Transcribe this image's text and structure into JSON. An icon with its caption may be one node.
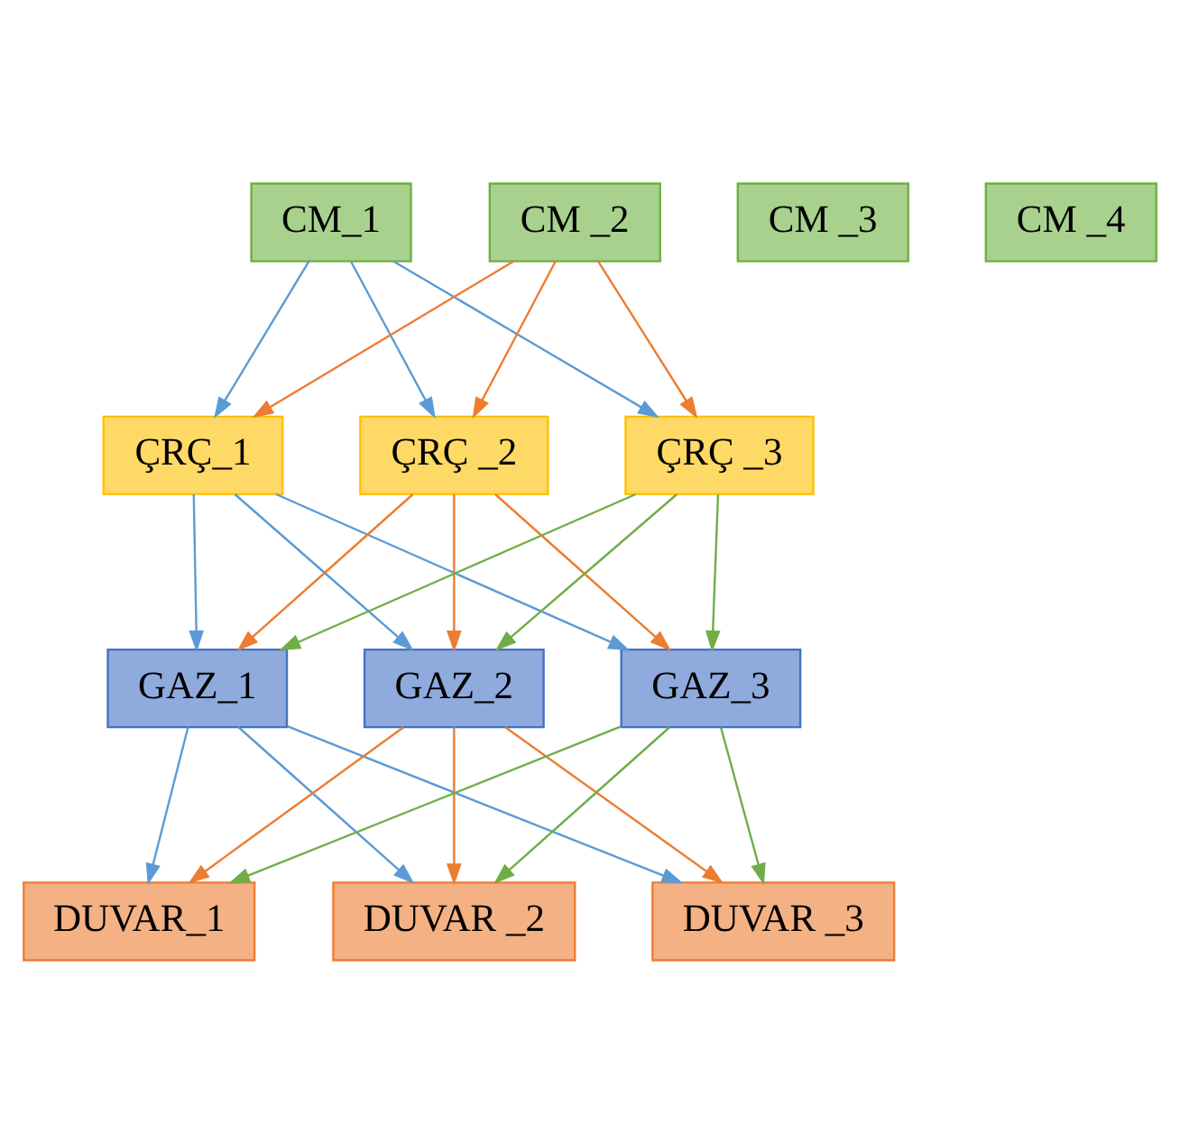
{
  "diagram": {
    "nodes": [
      {
        "text": [
          "CM_1"
        ]
      },
      {
        "text": [
          "CM _2"
        ]
      },
      {
        "text": [
          "CM _3"
        ]
      },
      {
        "text": [
          "CM _4"
        ]
      },
      {
        "text": [
          "ÇRÇ_1"
        ]
      },
      {
        "text": [
          "ÇRÇ _2"
        ]
      },
      {
        "text": [
          "ÇRÇ _3"
        ]
      },
      {
        "text": [
          "GAZ_1"
        ]
      },
      {
        "text": [
          "GAZ_2"
        ]
      },
      {
        "text": [
          "GAZ_3"
        ]
      },
      {
        "text": [
          "DUVAR_1"
        ]
      },
      {
        "text": [
          "DUVAR _2"
        ]
      },
      {
        "text": [
          "DUVAR _3"
        ]
      }
    ],
    "edges": [
      {
        "from": 0,
        "to": 4,
        "arrow": "to",
        "color": "#5b9bd5"
      },
      {
        "from": 0,
        "to": 5,
        "arrow": "to",
        "color": "#5b9bd5"
      },
      {
        "from": 0,
        "to": 6,
        "arrow": "to",
        "color": "#5b9bd5"
      },
      {
        "from": 1,
        "to": 4,
        "arrow": "to",
        "color": "#ed7d31"
      },
      {
        "from": 1,
        "to": 5,
        "arrow": "to",
        "color": "#ed7d31"
      },
      {
        "from": 1,
        "to": 6,
        "arrow": "to",
        "color": "#ed7d31"
      },
      {
        "from": 4,
        "to": 7,
        "arrow": "to",
        "color": "#5b9bd5"
      },
      {
        "from": 4,
        "to": 8,
        "arrow": "to",
        "color": "#5b9bd5"
      },
      {
        "from": 4,
        "to": 9,
        "arrow": "to",
        "color": "#5b9bd5"
      },
      {
        "from": 5,
        "to": 7,
        "arrow": "to",
        "color": "#ed7d31"
      },
      {
        "from": 5,
        "to": 8,
        "arrow": "to",
        "color": "#ed7d31"
      },
      {
        "from": 5,
        "to": 9,
        "arrow": "to",
        "color": "#ed7d31"
      },
      {
        "from": 6,
        "to": 7,
        "arrow": "to",
        "color": "#70ad47"
      },
      {
        "from": 6,
        "to": 8,
        "arrow": "to",
        "color": "#70ad47"
      },
      {
        "from": 6,
        "to": 9,
        "arrow": "to",
        "color": "#70ad47"
      },
      {
        "from": 7,
        "to": 10,
        "arrow": "to",
        "color": "#5b9bd5"
      },
      {
        "from": 7,
        "to": 11,
        "arrow": "to",
        "color": "#5b9bd5"
      },
      {
        "from": 7,
        "to": 12,
        "arrow": "to",
        "color": "#5b9bd5"
      },
      {
        "from": 8,
        "to": 10,
        "arrow": "to",
        "color": "#ed7d31"
      },
      {
        "from": 8,
        "to": 11,
        "arrow": "to",
        "color": "#ed7d31"
      },
      {
        "from": 8,
        "to": 12,
        "arrow": "to",
        "color": "#ed7d31"
      },
      {
        "from": 9,
        "to": 10,
        "arrow": "to",
        "color": "#70ad47"
      },
      {
        "from": 9,
        "to": 11,
        "arrow": "to",
        "color": "#70ad47"
      },
      {
        "from": 9,
        "to": 12,
        "arrow": "to",
        "color": "#70ad47"
      }
    ]
  }
}
